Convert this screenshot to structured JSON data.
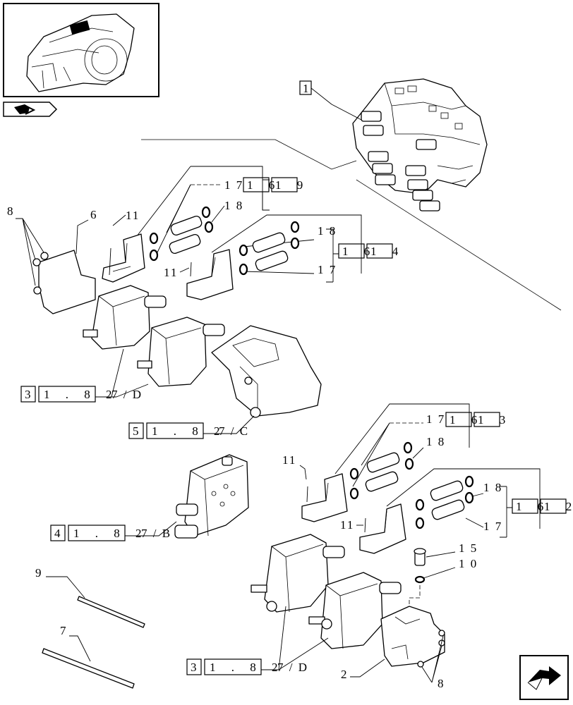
{
  "thumbnail": {
    "icon": "tractor-transmission-thumbnail"
  },
  "nav": {
    "icon": "previous-page-arrow-icon"
  },
  "corner_nav": {
    "icon": "next-page-arrow-icon"
  },
  "callouts": {
    "c1": "1",
    "c2": "2",
    "c6": "6",
    "c7": "7",
    "c8a": "8",
    "c8b": "8",
    "c9": "9",
    "c10": "1 0",
    "c11a": "11",
    "c11b": "11",
    "c11c": "11",
    "c11d": "11",
    "c15": "1 5",
    "c17a": "1 7",
    "c17b": "1 7",
    "c17c": "1 7",
    "c17d": "1 7",
    "c18a": "1 8",
    "c18b": "1 8",
    "c18c": "1 8",
    "c18d": "1 8",
    "c16a": "1 6",
    "c19": "1 9",
    "c16b": "1 6",
    "c14": "1 4",
    "c16c": "1 6",
    "c13": "1 3",
    "c16d": "1 6",
    "c12": "1 2"
  },
  "references": {
    "r1": {
      "sect": "3",
      "page": "1 . 8 2",
      "tail": "7 / D"
    },
    "r2": {
      "sect": "5",
      "page": "1 . 8 2",
      "tail": "7 / C"
    },
    "r3": {
      "sect": "4",
      "page": "1 . 8 2",
      "tail": "7 / B"
    },
    "r4": {
      "sect": "3",
      "page": "1 . 8 2",
      "tail": "7 / D"
    }
  }
}
